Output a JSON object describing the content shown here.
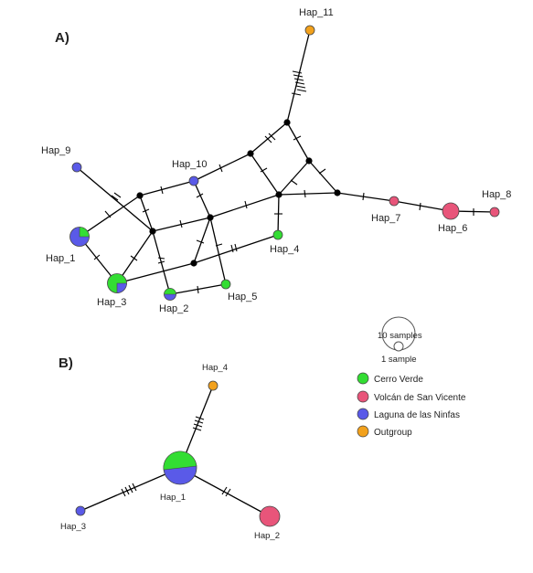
{
  "colors": {
    "cerro_verde": "#33dd33",
    "volcan": "#e8557a",
    "laguna": "#5a5ae8",
    "outgroup": "#f2a11c",
    "median": "#000000"
  },
  "panelA": {
    "label": "A)",
    "haplotypes": [
      {
        "name": "Hap_1",
        "label": "Hap_1"
      },
      {
        "name": "Hap_2",
        "label": "Hap_2"
      },
      {
        "name": "Hap_3",
        "label": "Hap_3"
      },
      {
        "name": "Hap_4",
        "label": "Hap_4"
      },
      {
        "name": "Hap_5",
        "label": "Hap_5"
      },
      {
        "name": "Hap_6",
        "label": "Hap_6"
      },
      {
        "name": "Hap_7",
        "label": "Hap_7"
      },
      {
        "name": "Hap_8",
        "label": "Hap_8"
      },
      {
        "name": "Hap_9",
        "label": "Hap_9"
      },
      {
        "name": "Hap_10",
        "label": "Hap_10"
      },
      {
        "name": "Hap_11",
        "label": "Hap_11"
      }
    ]
  },
  "panelB": {
    "label": "B)",
    "haplotypes": [
      {
        "name": "Hap_1",
        "label": "Hap_1"
      },
      {
        "name": "Hap_2",
        "label": "Hap_2"
      },
      {
        "name": "Hap_3",
        "label": "Hap_3"
      },
      {
        "name": "Hap_4",
        "label": "Hap_4"
      }
    ]
  },
  "legend": {
    "size_large": "10 samples",
    "size_small": "1 sample",
    "items": [
      {
        "label": "Cerro Verde",
        "color": "#33dd33"
      },
      {
        "label": "Volcán de San Vicente",
        "color": "#e8557a"
      },
      {
        "label": "Laguna de las Ninfas",
        "color": "#5a5ae8"
      },
      {
        "label": "Outgroup",
        "color": "#f2a11c"
      }
    ]
  }
}
